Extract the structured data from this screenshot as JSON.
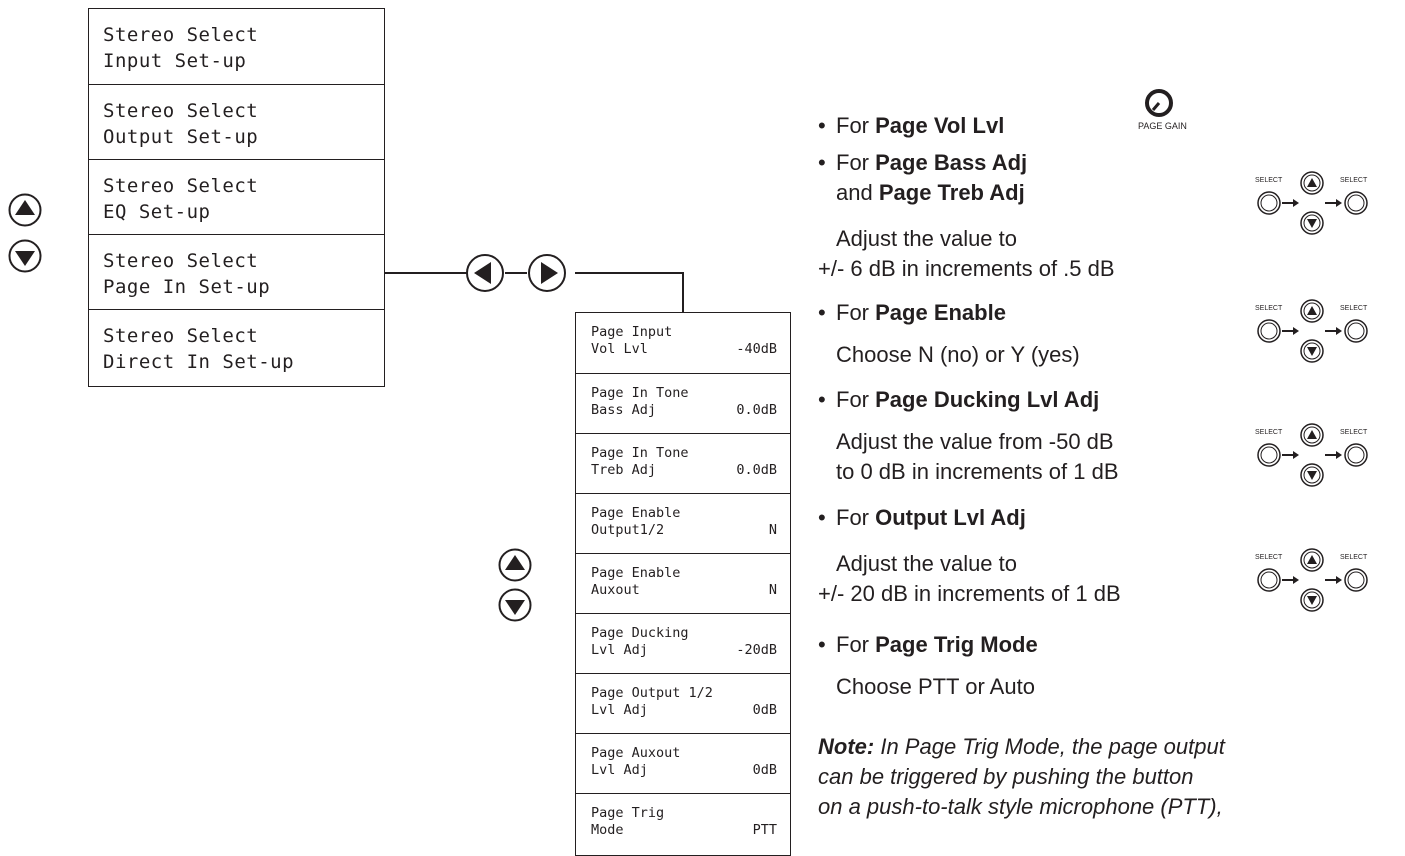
{
  "menu": [
    {
      "l1": "Stereo Select",
      "l2": "Input Set-up"
    },
    {
      "l1": "Stereo Select",
      "l2": "Output Set-up"
    },
    {
      "l1": "Stereo Select",
      "l2": "EQ Set-up"
    },
    {
      "l1": "Stereo Select",
      "l2": "Page In Set-up"
    },
    {
      "l1": "Stereo Select",
      "l2": "Direct In Set-up"
    }
  ],
  "submenu": [
    {
      "l1": "Page Input",
      "l2": "Vol Lvl",
      "val": "-40dB"
    },
    {
      "l1": "Page In Tone",
      "l2": "Bass Adj",
      "val": "0.0dB"
    },
    {
      "l1": "Page In Tone",
      "l2": "Treb Adj",
      "val": "0.0dB"
    },
    {
      "l1": "Page Enable",
      "l2": "Output1/2",
      "val": "N"
    },
    {
      "l1": "Page Enable",
      "l2": "Auxout",
      "val": "N"
    },
    {
      "l1": "Page Ducking",
      "l2": "Lvl Adj",
      "val": "-20dB"
    },
    {
      "l1": "Page Output 1/2",
      "l2": "Lvl Adj",
      "val": "0dB"
    },
    {
      "l1": "Page Auxout",
      "l2": "Lvl Adj",
      "val": "0dB"
    },
    {
      "l1": "Page Trig",
      "l2": "Mode",
      "val": "PTT"
    }
  ],
  "instructions": {
    "bullet": "•",
    "for": "For",
    "and": "and",
    "i1_bold": "Page Vol Lvl",
    "page_gain_label": "PAGE GAIN",
    "i2_bold": "Page Bass Adj",
    "i2_bold2": "Page Treb Adj",
    "i2_desc1": "Adjust the value to",
    "i2_desc2": "+/- 6 dB in increments of .5 dB",
    "i3_bold": "Page Enable",
    "i3_desc": "Choose N (no) or Y (yes)",
    "i4_bold": "Page Ducking Lvl Adj",
    "i4_desc1": "Adjust the value from -50 dB",
    "i4_desc2": "to 0 dB in increments of 1 dB",
    "i5_bold": "Output Lvl Adj",
    "i5_desc1": "Adjust the value to",
    "i5_desc2": "+/- 20 dB in increments of 1 dB",
    "i6_bold": "Page Trig Mode",
    "i6_desc": "Choose PTT or Auto",
    "select_label": "SELECT"
  },
  "note": {
    "label": "Note:",
    "line1": "In Page Trig Mode, the page output",
    "line2": "can be triggered by pushing the button",
    "line3": "on a push-to-talk style microphone (PTT),"
  },
  "colors": {
    "ink": "#231f20",
    "background": "#ffffff"
  }
}
